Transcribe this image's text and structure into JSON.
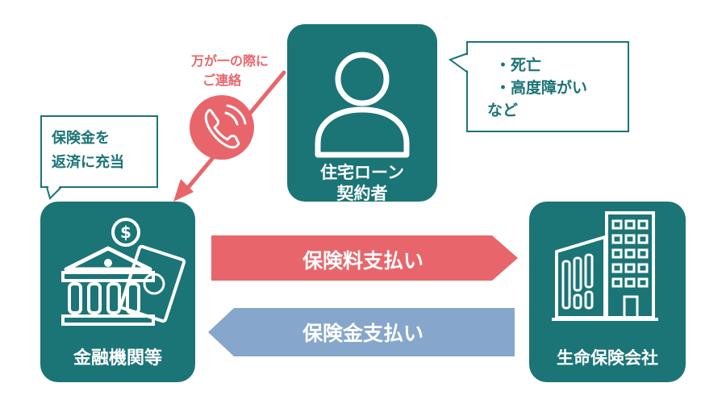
{
  "colors": {
    "teal": "#1b7476",
    "red": "#e8666b",
    "blue": "#86a6cb",
    "white": "#ffffff"
  },
  "contractor": {
    "label_line1": "住宅ローン",
    "label_line2": "契約者",
    "icon": "person-icon"
  },
  "bank": {
    "label": "金融機関等",
    "icon": "bank-with-money-icon"
  },
  "insurer": {
    "label": "生命保険会社",
    "icon": "office-building-icon"
  },
  "contractor_bubble": {
    "line1": "・死亡",
    "line2": "・高度障がい",
    "line3": "など"
  },
  "bank_bubble": {
    "line1": "保険金を",
    "line2": "返済に充当"
  },
  "contact_note": {
    "line1": "万が一の際に",
    "line2": "ご連絡",
    "icon": "phone-icon"
  },
  "premium_arrow": {
    "label": "保険料支払い"
  },
  "benefit_arrow": {
    "label": "保険金支払い"
  }
}
